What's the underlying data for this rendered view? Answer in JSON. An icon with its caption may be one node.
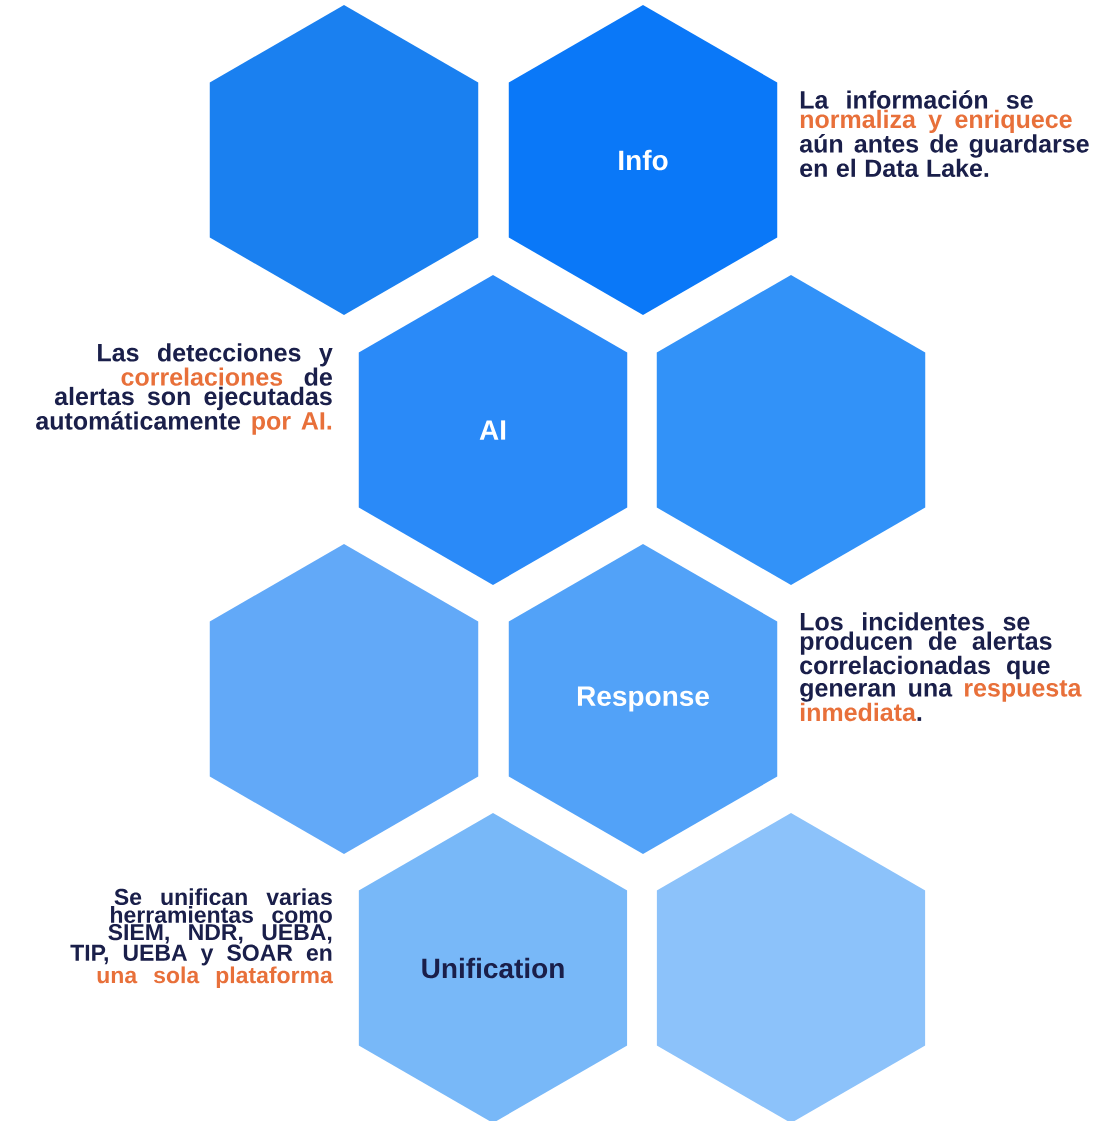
{
  "diagram": {
    "nodes": [
      {
        "text": [],
        "shape": "hexagon"
      },
      {
        "text": [
          "Info"
        ],
        "beside": [
          "La información se **normaliza y enriquece** aún antes de guardarse en el Data Lake."
        ]
      },
      {
        "text": [
          "AI"
        ],
        "beside": [
          "Las detecciones y **correlaciones** de alertas son ejecutadas automáticamente **por AI.**"
        ]
      },
      {
        "text": [],
        "shape": "hexagon"
      },
      {
        "text": [],
        "shape": "hexagon"
      },
      {
        "text": [
          "Response"
        ],
        "beside": [
          "Los incidentes se producen de alertas correlacionadas que generan una **respuesta inmediata**."
        ]
      },
      {
        "text": [
          "Unification"
        ],
        "beside": [
          "Se unifican varias herramientas como SIEM, NDR, UEBA, TIP, UEBA y SOAR en **una sola plataforma**"
        ]
      },
      {
        "text": [],
        "shape": "hexagon"
      }
    ],
    "edges": []
  }
}
